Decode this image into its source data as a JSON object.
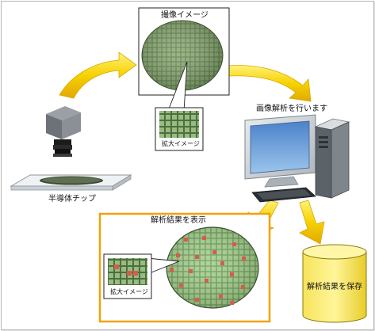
{
  "labels": {
    "capture_image": "撮像イメージ",
    "zoom_image_top": "拡大イメージ",
    "analysis": "画像解析を行います",
    "chip": "半導体チップ",
    "result_display": "解析結果を表示",
    "zoom_image_bottom": "拡大イメージ",
    "save_result": "解析結果を保存"
  },
  "colors": {
    "arrow_yellow": "#f3c400",
    "result_border": "#f3a10a",
    "wafer_green": "#7faa6a",
    "defect_red": "#d65c4c"
  }
}
